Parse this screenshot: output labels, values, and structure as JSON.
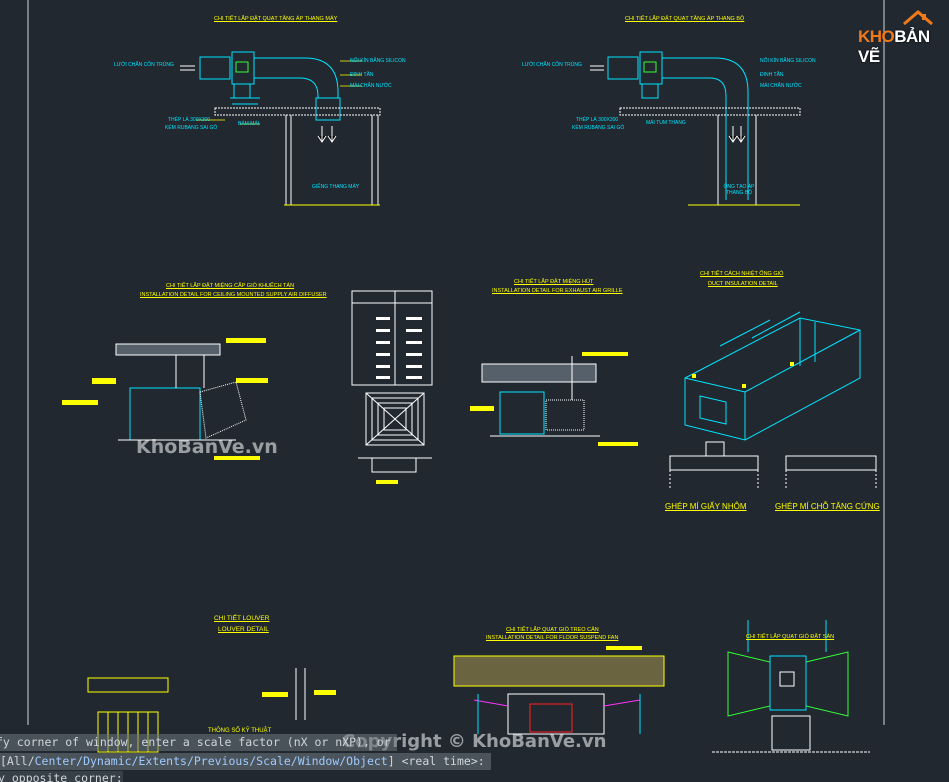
{
  "drawing": {
    "top_left": {
      "title": "CHI TIẾT LẮP ĐẶT QUẠT TĂNG ÁP THANG MÁY",
      "labels": [
        "LƯỚI CHẮN CÔN TRÙNG",
        "NỐI KÍN BẰNG SILICON",
        "ĐINH TẦN",
        "MÁI CHẮN NƯỚC",
        "THÉP LÁ 300X300",
        "KÉM RUBANG SAI GÓ",
        "BÁM MÁI",
        "GIẾNG THANG MÁY"
      ]
    },
    "top_right": {
      "title": "CHI TIẾT LẮP ĐẶT QUẠT TĂNG ÁP THANG BỘ",
      "labels": [
        "LƯỚI CHẮN CÔN TRÙNG",
        "NỐI KÍN BẰNG SILICON",
        "ĐINH TẦN",
        "MÁI CHẮN NƯỚC",
        "THÉP LÁ 300X300",
        "KÉM RUBANG SAI GÓ",
        "MÁI TUM THANG",
        "ỐNG TẠO ÁP THANG BỘ"
      ]
    },
    "diffuser": {
      "title_vn": "CHI TIẾT LẮP ĐẶT MIỆNG CẤP GIÓ KHUẾCH TÁN",
      "title_en": "INSTALLATION DETAIL FOR CEILING MOUNTED SUPPLY AIR DIFFUSER"
    },
    "exhaust": {
      "title_vn": "CHI TIẾT LẮP ĐẶT MIỆNG HÚT",
      "title_en": "INSTALLATION DETAIL FOR EXHAUST AIR GRILLE"
    },
    "insulation": {
      "title_vn": "CHI TIẾT CÁCH NHIỆT ỐNG GIÓ",
      "title_en": "DUCT INSULATION DETAIL",
      "joint_1": "GHÉP MÍ GIẤY NHÔM",
      "joint_2": "GHÉP MÍ CHỖ TĂNG CỨNG"
    },
    "louver": {
      "title_vn": "CHI TIẾT LOUVER",
      "title_en": "LOUVER DETAIL",
      "spec_label": "THÔNG SỐ KỸ THUẬT"
    },
    "floor_fan": {
      "title_vn": "CHI TIẾT LẮP QUẠT GIÓ TREO CÂN",
      "title_en": "INSTALLATION DETAIL FOR FLOOR SUSPEND FAN"
    },
    "ground_fan": {
      "title": "CHI TIẾT LẮP QUẠT GIÓ ĐẶT SÀN"
    }
  },
  "logo": {
    "part1": "KHO",
    "part2": "BẢN VẼ"
  },
  "watermarks": {
    "center": "KhoBanVe.vn",
    "copyright": "Copyright © KhoBanVe.vn"
  },
  "command_line": {
    "line1": "fy corner of window, enter a scale factor (nX or nXP), or",
    "line2_prefix": "[All/",
    "line2_options": "Center/Dynamic/Extents/Previous/Scale/Window/Object",
    "line2_suffix": "] <real time>:",
    "line3": "y opposite corner:"
  },
  "colors": {
    "background": "#212830",
    "cyan": "#00e5ff",
    "yellow": "#ffff00",
    "green": "#33ff33",
    "red": "#ff2020",
    "magenta": "#ff33ff"
  }
}
